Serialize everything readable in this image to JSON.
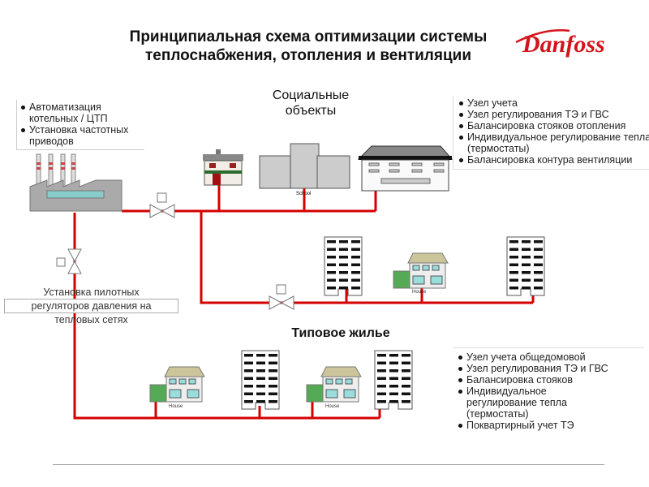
{
  "title": {
    "line1": "Принципиальная схема оптимизации системы",
    "line2": "теплоснабжения, отопления и вентиляции"
  },
  "logo": {
    "text": "Danfoss",
    "color": "#d4141c"
  },
  "sections": {
    "social": {
      "line1": "Социальные",
      "line2": "объекты"
    },
    "housing": "Типовое жилье"
  },
  "left_box": {
    "items": [
      "Автоматизация котельных / ЦТП",
      "Установка частотных приводов"
    ]
  },
  "social_box": {
    "items": [
      "Узел учета",
      "Узел регулирования ТЭ и ГВС",
      "Балансировка стояков отопления",
      "Индивидуальное регулирование тепла (термостаты)",
      "Балансировка контура вентиляции"
    ]
  },
  "housing_box": {
    "items": [
      "Узел учета общедомовой",
      "Узел регулирования ТЭ и ГВС",
      "Балансировка стояков",
      "Индивидуальное регулирование тепла (термостаты)",
      "Поквартирный учет ТЭ"
    ]
  },
  "pilot": {
    "line1": "Установка пилотных",
    "line2": "регуляторов давления на",
    "line3": "тепловых сетях"
  },
  "labels": {
    "school": "School",
    "house": "House"
  },
  "colors": {
    "pipe": "#d40000"
  }
}
